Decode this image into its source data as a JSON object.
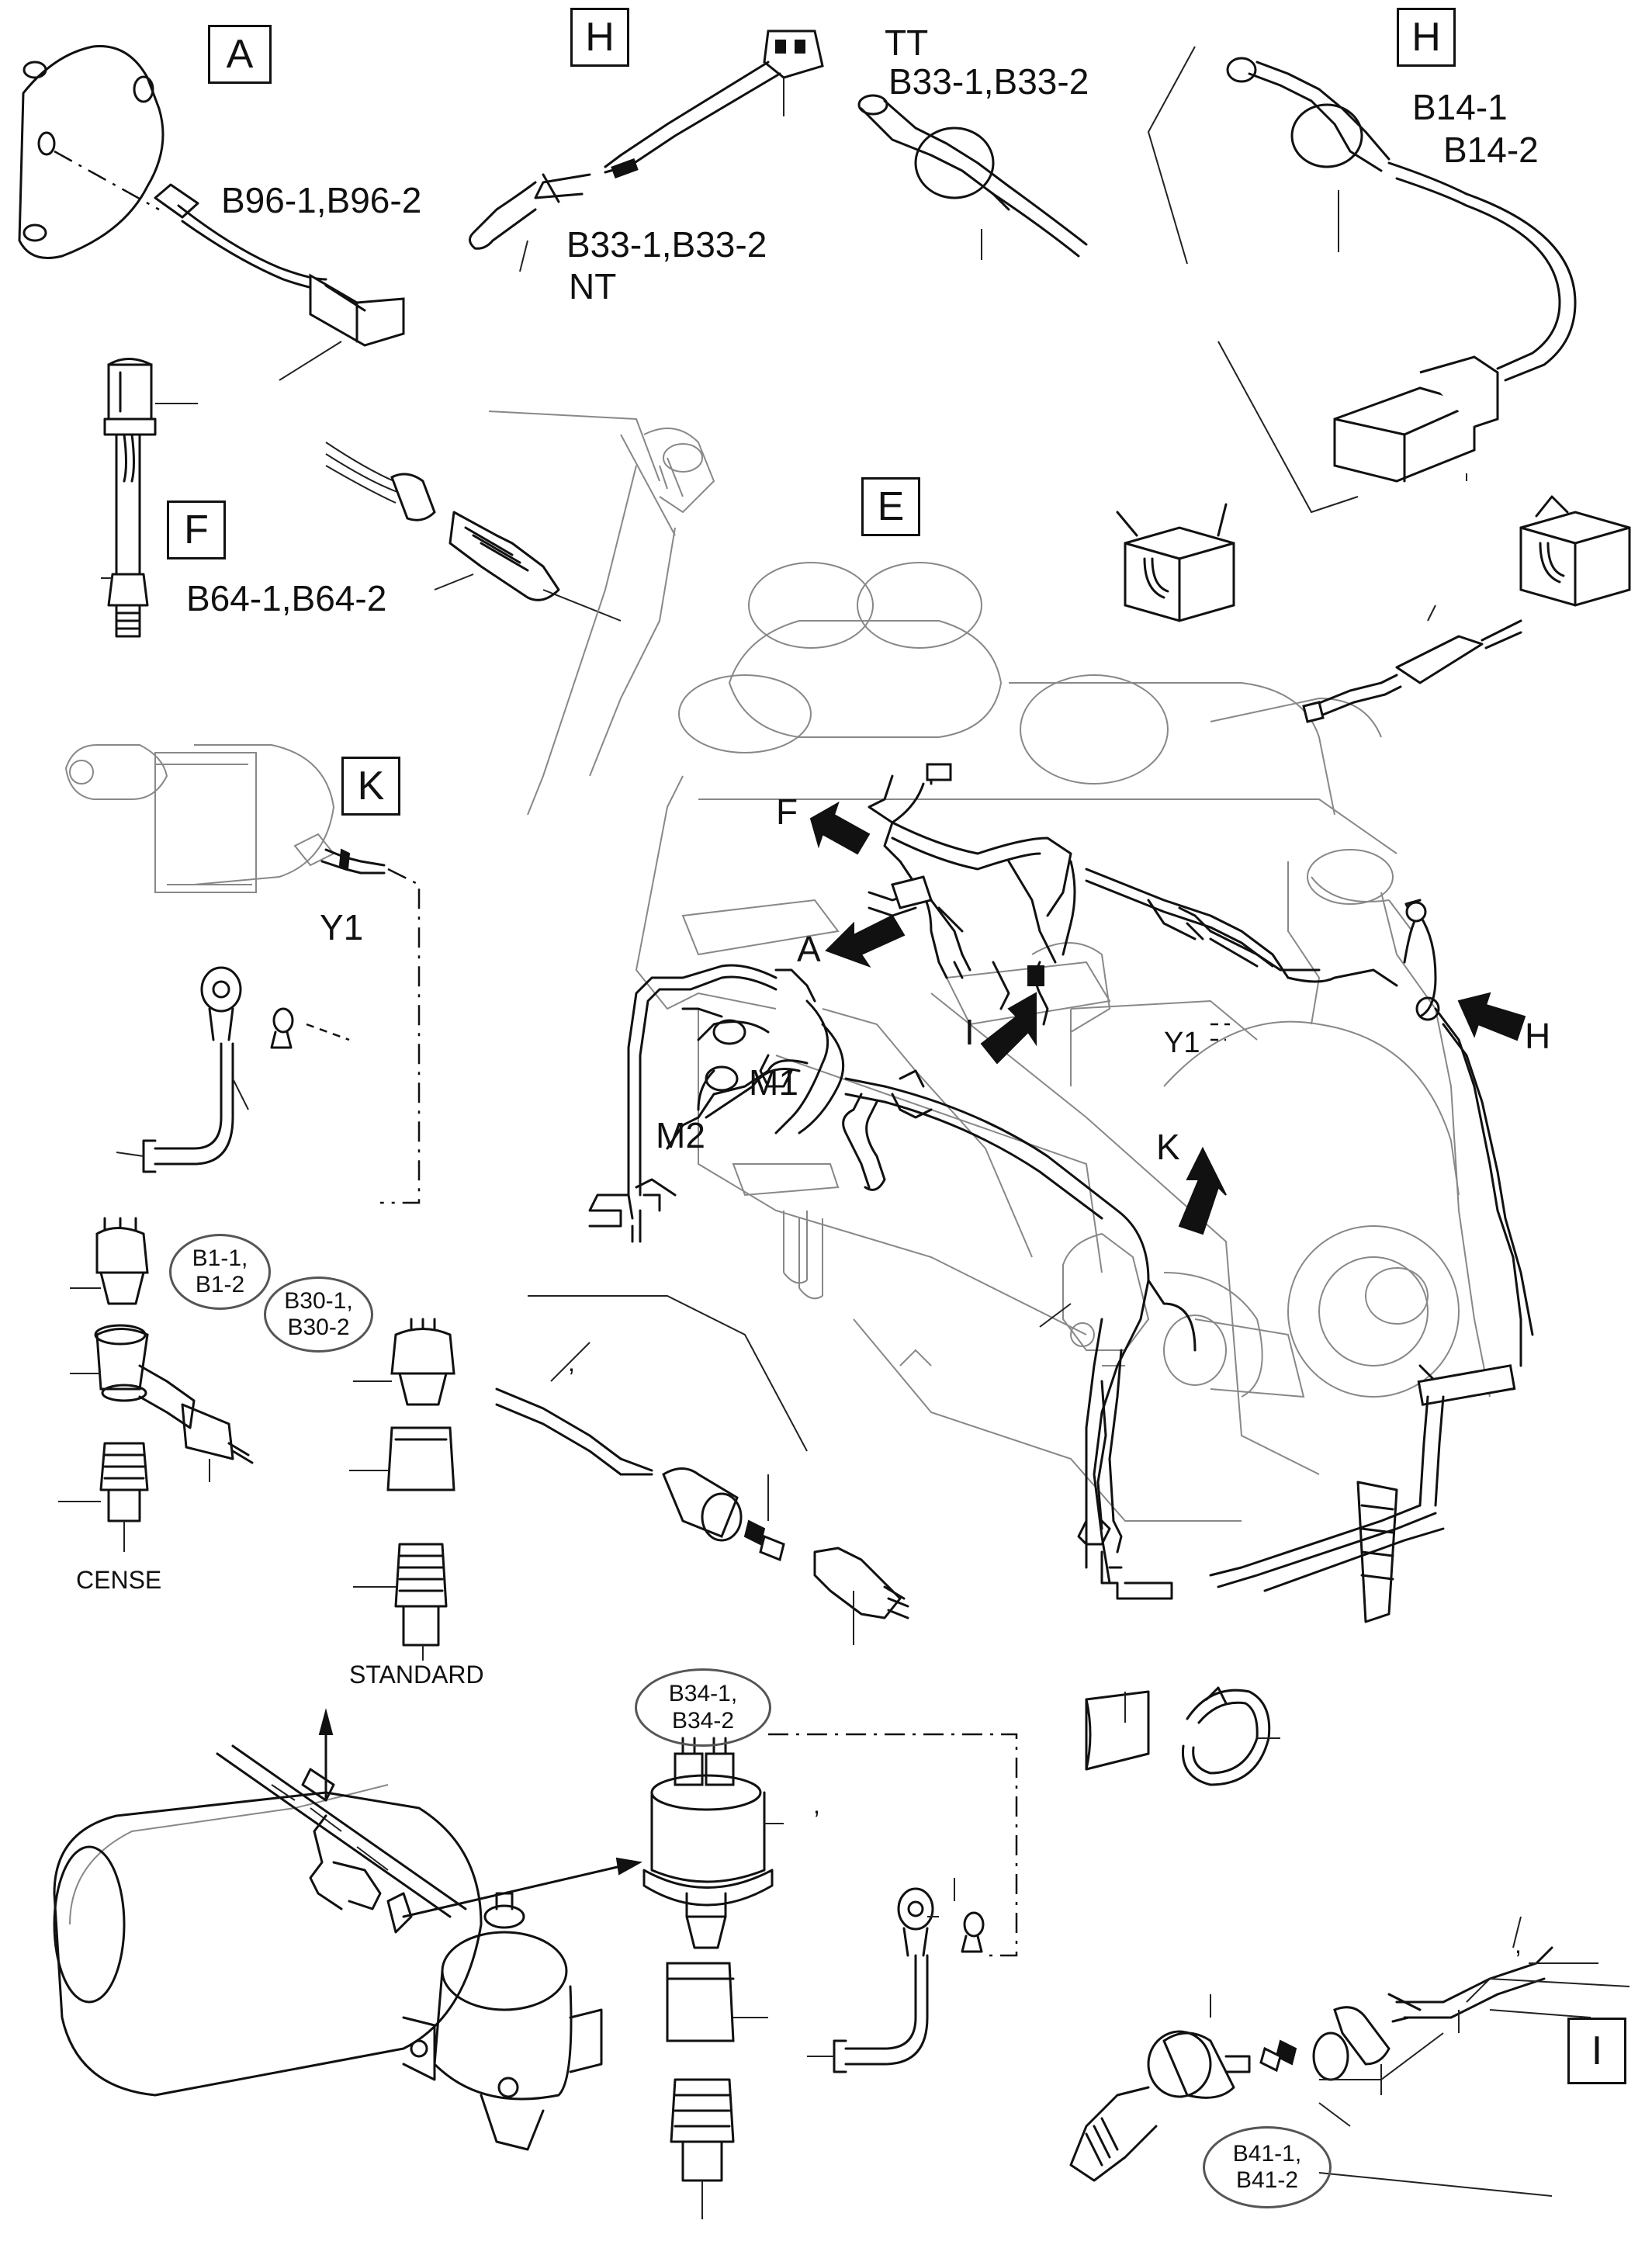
{
  "boxes": {
    "a": "A",
    "h_left": "H",
    "h_right": "H",
    "f": "F",
    "e": "E",
    "k": "K",
    "i": "I"
  },
  "labels": {
    "b96": "B96-1,B96-2",
    "tt": "TT",
    "b33_tt": "B33-1,B33-2",
    "b33_nt": "B33-1,B33-2",
    "nt": "NT",
    "b14_1": "B14-1",
    "b14_2": "B14-2",
    "b64": "B64-1,B64-2",
    "y1_left": "Y1",
    "y1_engine": "Y1",
    "arrow_f": "F",
    "arrow_a": "A",
    "arrow_i": "I",
    "arrow_k": "K",
    "arrow_h": "H",
    "m1": "M1",
    "m2": "M2",
    "cense": "CENSE",
    "standard": "STANDARD",
    "comma_1": ",",
    "comma_2": ",",
    "comma_3": ","
  },
  "ovals": {
    "b1": [
      "B1-1,",
      "B1-2"
    ],
    "b30": [
      "B30-1,",
      "B30-2"
    ],
    "b34": [
      "B34-1,",
      "B34-2"
    ],
    "b41": [
      "B41-1,",
      "B41-2"
    ]
  },
  "colors": {
    "ink": "#111111",
    "paper": "#ffffff"
  }
}
